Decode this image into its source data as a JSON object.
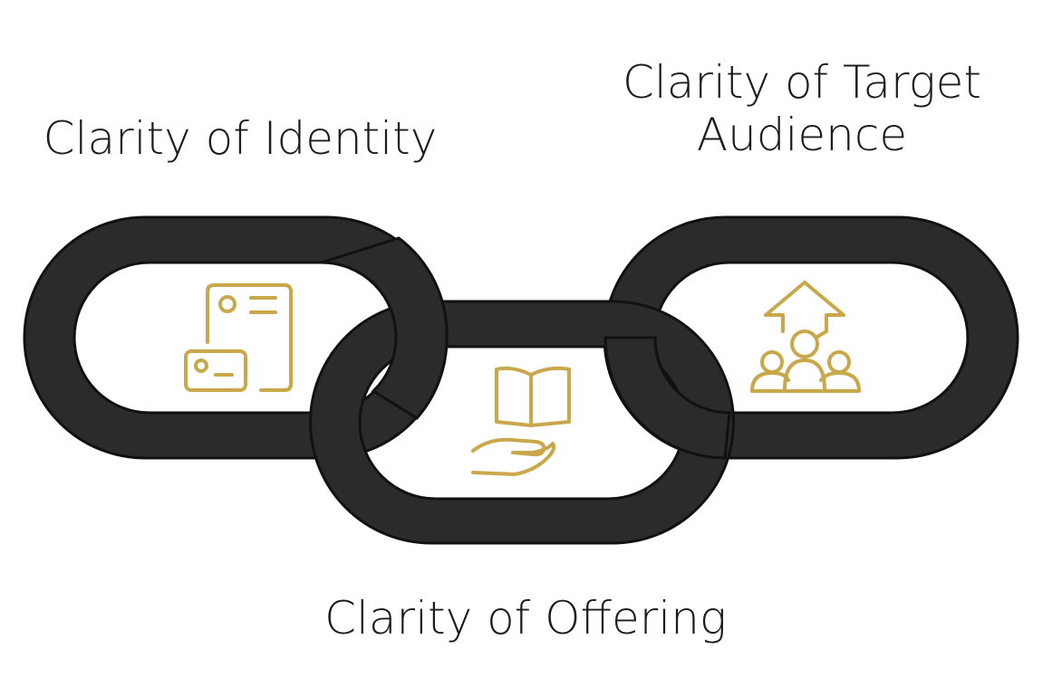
{
  "labels": {
    "identity": "Clarity of Identity",
    "target_audience_line1": "Clarity of Target",
    "target_audience_line2": "Audience",
    "offering": "Clarity of Offering"
  },
  "colors": {
    "chain_fill": "#2b2b2b",
    "chain_outline": "#111111",
    "icon_gold": "#c9a84c",
    "background": "#ffffff",
    "text": "#1c1c1c"
  },
  "icons": {
    "left": "id-documents-icon",
    "center": "book-in-hand-icon",
    "right": "group-growth-arrow-icon"
  }
}
